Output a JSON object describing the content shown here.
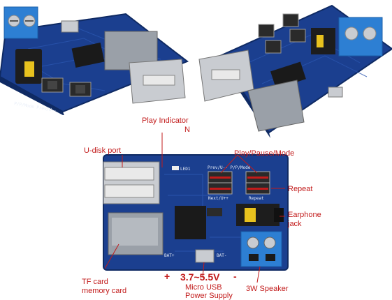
{
  "labels": {
    "play_indicator": "Play Indicator",
    "play_indicator_n": "N",
    "u_disk_port": "U-disk port",
    "play_pause_mode": "Play/Pause/Mode",
    "repeat": "Repeat",
    "earphone_jack_1": "Earphone",
    "earphone_jack_2": "jack",
    "tf_card_1": "TF card",
    "tf_card_2": "memory card",
    "voltage": "3.7~5.5V",
    "plus": "+",
    "minus": "-",
    "micro_usb_1": "Micro USB",
    "micro_usb_2": "Power Supply",
    "speaker": "3W Speaker"
  },
  "silkscreen": {
    "top_left_board": "P/P/Mode   Prev/U--",
    "main_board_top": "Prev/U--    P/P/Mode",
    "next": "Next/U++",
    "repeat": "Repeat",
    "led": "LED1",
    "bat_plus": "BAT+",
    "bat_minus": "BAT-"
  },
  "colors": {
    "pcb_blue": "#1b3f8f",
    "pcb_dark": "#142f6e",
    "label_red": "#c21b1b",
    "terminal_blue": "#2d7fd3",
    "metal": "#c9ccd1"
  }
}
